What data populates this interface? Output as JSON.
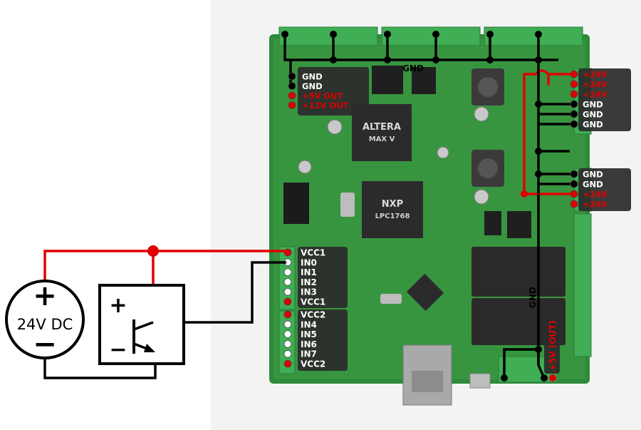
{
  "power_source": {
    "label": "24V DC",
    "plus": "+",
    "minus": "−"
  },
  "sensor": {
    "plus": "+",
    "minus": "−"
  },
  "gnd_bus_label": "GND",
  "gnd_vertical_label": "GND",
  "out5v_label": "+5V (OUT)",
  "board": {
    "chip1_brand": "ALTERA",
    "chip1_model": "MAX V",
    "chip2_brand": "NXP",
    "chip2_model": "LPC1768"
  },
  "top_left_pins": [
    {
      "label": "GND",
      "color": "#000000"
    },
    {
      "label": "GND",
      "color": "#000000"
    },
    {
      "label": "+5V OUT",
      "color": "#e00000"
    },
    {
      "label": "+12V OUT",
      "color": "#e00000"
    }
  ],
  "right_top_pins": [
    {
      "label": "+24V",
      "color": "#e00000"
    },
    {
      "label": "+24V",
      "color": "#e00000"
    },
    {
      "label": "+24V",
      "color": "#e00000"
    },
    {
      "label": "GND",
      "color": "#000000"
    },
    {
      "label": "GND",
      "color": "#000000"
    },
    {
      "label": "GND",
      "color": "#000000"
    }
  ],
  "right_bottom_pins": [
    {
      "label": "GND",
      "color": "#000000"
    },
    {
      "label": "GND",
      "color": "#000000"
    },
    {
      "label": "+24V",
      "color": "#e00000"
    },
    {
      "label": "+24V",
      "color": "#e00000"
    }
  ],
  "input_pins_1": [
    {
      "label": "VCC1",
      "color": "#e00000"
    },
    {
      "label": "IN0",
      "color": "#ffffff"
    },
    {
      "label": "IN1",
      "color": "#ffffff"
    },
    {
      "label": "IN2",
      "color": "#ffffff"
    },
    {
      "label": "IN3",
      "color": "#ffffff"
    },
    {
      "label": "VCC1",
      "color": "#e00000"
    }
  ],
  "input_pins_2": [
    {
      "label": "VCC2",
      "color": "#e00000"
    },
    {
      "label": "IN4",
      "color": "#ffffff"
    },
    {
      "label": "IN5",
      "color": "#ffffff"
    },
    {
      "label": "IN6",
      "color": "#ffffff"
    },
    {
      "label": "IN7",
      "color": "#ffffff"
    },
    {
      "label": "VCC2",
      "color": "#e00000"
    }
  ],
  "colors": {
    "wire_red": "#e00000",
    "wire_black": "#000000",
    "pcb_green": "#2f8a3a",
    "label_box": "#2a2a2a"
  }
}
